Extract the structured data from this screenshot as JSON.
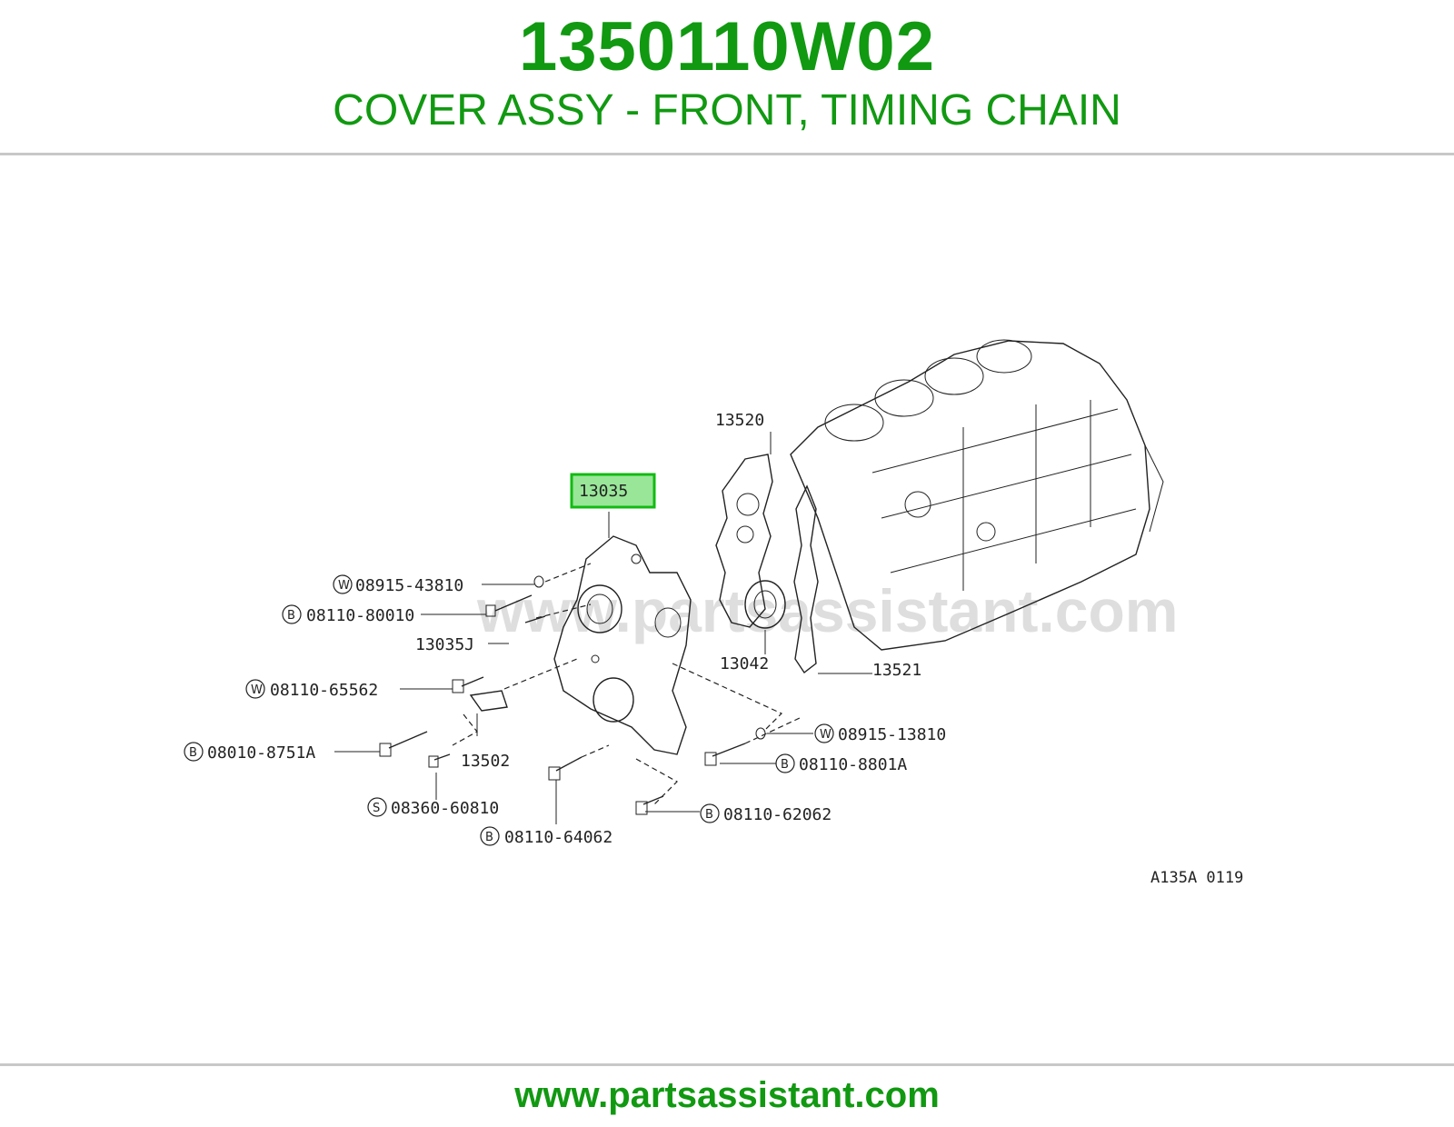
{
  "header": {
    "part_number": "1350110W02",
    "title": "COVER ASSY - FRONT, TIMING CHAIN"
  },
  "footer": {
    "url": "www.partsassistant.com"
  },
  "diagram": {
    "watermark": "www.partsassistant.com",
    "figure_code": "A135A 0119",
    "highlighted_part": "13035",
    "callouts": [
      {
        "id": "13520",
        "prefix": "",
        "text": "13520"
      },
      {
        "id": "13035",
        "prefix": "",
        "text": "13035"
      },
      {
        "id": "08915-43810",
        "prefix": "W",
        "text": "08915-43810"
      },
      {
        "id": "08110-80010",
        "prefix": "B",
        "text": "08110-80010"
      },
      {
        "id": "13035J",
        "prefix": "",
        "text": "13035J"
      },
      {
        "id": "13042",
        "prefix": "",
        "text": "13042"
      },
      {
        "id": "13521",
        "prefix": "",
        "text": "13521"
      },
      {
        "id": "08110-65562",
        "prefix": "W",
        "text": "08110-65562"
      },
      {
        "id": "08915-13810",
        "prefix": "W",
        "text": "08915-13810"
      },
      {
        "id": "08010-8751A",
        "prefix": "B",
        "text": "08010-8751A"
      },
      {
        "id": "13502",
        "prefix": "",
        "text": "13502"
      },
      {
        "id": "08110-8801A",
        "prefix": "B",
        "text": "08110-8801A"
      },
      {
        "id": "08360-60810",
        "prefix": "S",
        "text": "08360-60810"
      },
      {
        "id": "08110-62062",
        "prefix": "B",
        "text": "08110-62062"
      },
      {
        "id": "08110-64062",
        "prefix": "B",
        "text": "08110-64062"
      }
    ]
  },
  "colors": {
    "brand_green": "#119911",
    "highlight_fill": "#99e699",
    "highlight_border": "#11bb11"
  }
}
